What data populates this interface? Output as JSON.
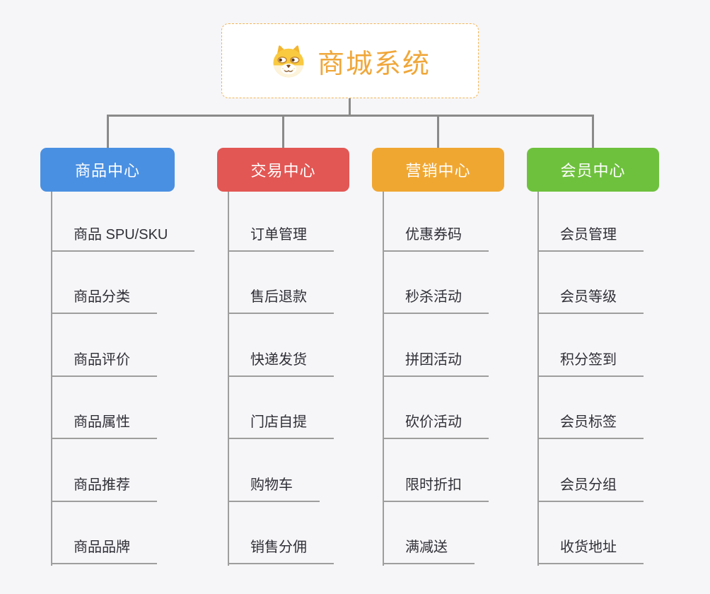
{
  "theme": {
    "background": "#F6F6F8",
    "connector_color": "#8A8A8A",
    "tree_line_color": "#9E9E9E",
    "leaf_text_color": "#2F2F37",
    "root_accent": "#F0A73A",
    "root_border": "#F2B456"
  },
  "root": {
    "title": "商城系统",
    "icon": "shiba-dog-face-icon"
  },
  "branches": [
    {
      "label": "商品中心",
      "color": "#4A90E2",
      "items": [
        "商品 SPU/SKU",
        "商品分类",
        "商品评价",
        "商品属性",
        "商品推荐",
        "商品品牌"
      ]
    },
    {
      "label": "交易中心",
      "color": "#E25754",
      "items": [
        "订单管理",
        "售后退款",
        "快递发货",
        "门店自提",
        "购物车",
        "销售分佣"
      ]
    },
    {
      "label": "营销中心",
      "color": "#F0A732",
      "items": [
        "优惠券码",
        "秒杀活动",
        "拼团活动",
        "砍价活动",
        "限时折扣",
        "满减送"
      ]
    },
    {
      "label": "会员中心",
      "color": "#6EC13D",
      "items": [
        "会员管理",
        "会员等级",
        "积分签到",
        "会员标签",
        "会员分组",
        "收货地址"
      ]
    }
  ]
}
